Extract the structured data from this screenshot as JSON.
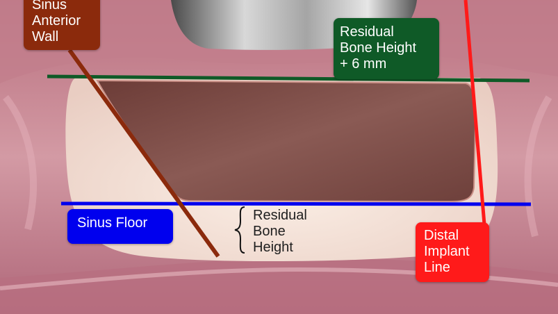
{
  "colors": {
    "sinus_anterior_wall": "#8b2a0c",
    "residual_bone_height_plus": "#0f5a27",
    "sinus_floor": "#0000ee",
    "distal_implant_line": "#ff1a1a",
    "tissue": "#c98a96",
    "bone": "#f4e0d6",
    "sinus_cavity": "#7a4a45",
    "tooth_crown": "#9c9c9c"
  },
  "labels": {
    "sinus_anterior_wall": [
      "Sinus",
      "Anterior",
      "Wall"
    ],
    "residual_bone_height_plus_6mm": [
      "Residual",
      "Bone Height",
      "+ 6 mm"
    ],
    "sinus_floor": "Sinus Floor",
    "residual_bone_height": [
      "Residual",
      "Bone",
      "Height"
    ],
    "distal_implant_line": [
      "Distal",
      "Implant",
      "Line"
    ]
  },
  "icons": {
    "tooth": "tooth-crown-icon",
    "brace": "curly-brace-icon"
  }
}
